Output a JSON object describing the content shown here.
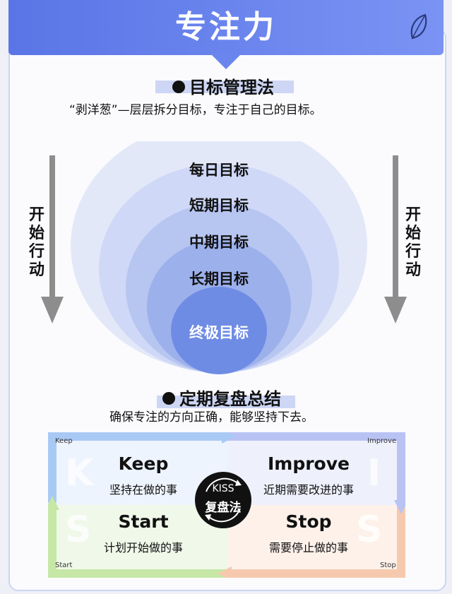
{
  "header": {
    "title": "专注力"
  },
  "section1": {
    "title": "目标管理法",
    "subtitle": "“剥洋葱”—层层拆分目标，专注于自己的目标。"
  },
  "side": {
    "left_label": "开始行动",
    "right_label": "开始行动"
  },
  "onion": {
    "layers": [
      "每日目标",
      "短期目标",
      "中期目标",
      "长期目标",
      "终极目标"
    ],
    "colors": [
      "#e3e8f9",
      "#cfd8f6",
      "#b7c5f1",
      "#9cb0ec",
      "#6f8ce4"
    ]
  },
  "section2": {
    "title": "定期复盘总结",
    "subtitle": "确保专注的方向正确，能够坚持下去。"
  },
  "kiss": {
    "center_top": "KISS",
    "center_bottom": "复盘法",
    "keep": {
      "title": "Keep",
      "desc": "坚持在做的事",
      "letter": "K",
      "corner": "Keep",
      "color": "#a9c9f5"
    },
    "improve": {
      "title": "Improve",
      "desc": "近期需要改进的事",
      "letter": "I",
      "corner": "Improve",
      "color": "#b9c3f3"
    },
    "start": {
      "title": "Start",
      "desc": "计划开始做的事",
      "letter": "S",
      "corner": "Start",
      "color": "#c6e7a6"
    },
    "stop": {
      "title": "Stop",
      "desc": "需要停止做的事",
      "letter": "S",
      "corner": "Stop",
      "color": "#f6c9ae"
    }
  }
}
